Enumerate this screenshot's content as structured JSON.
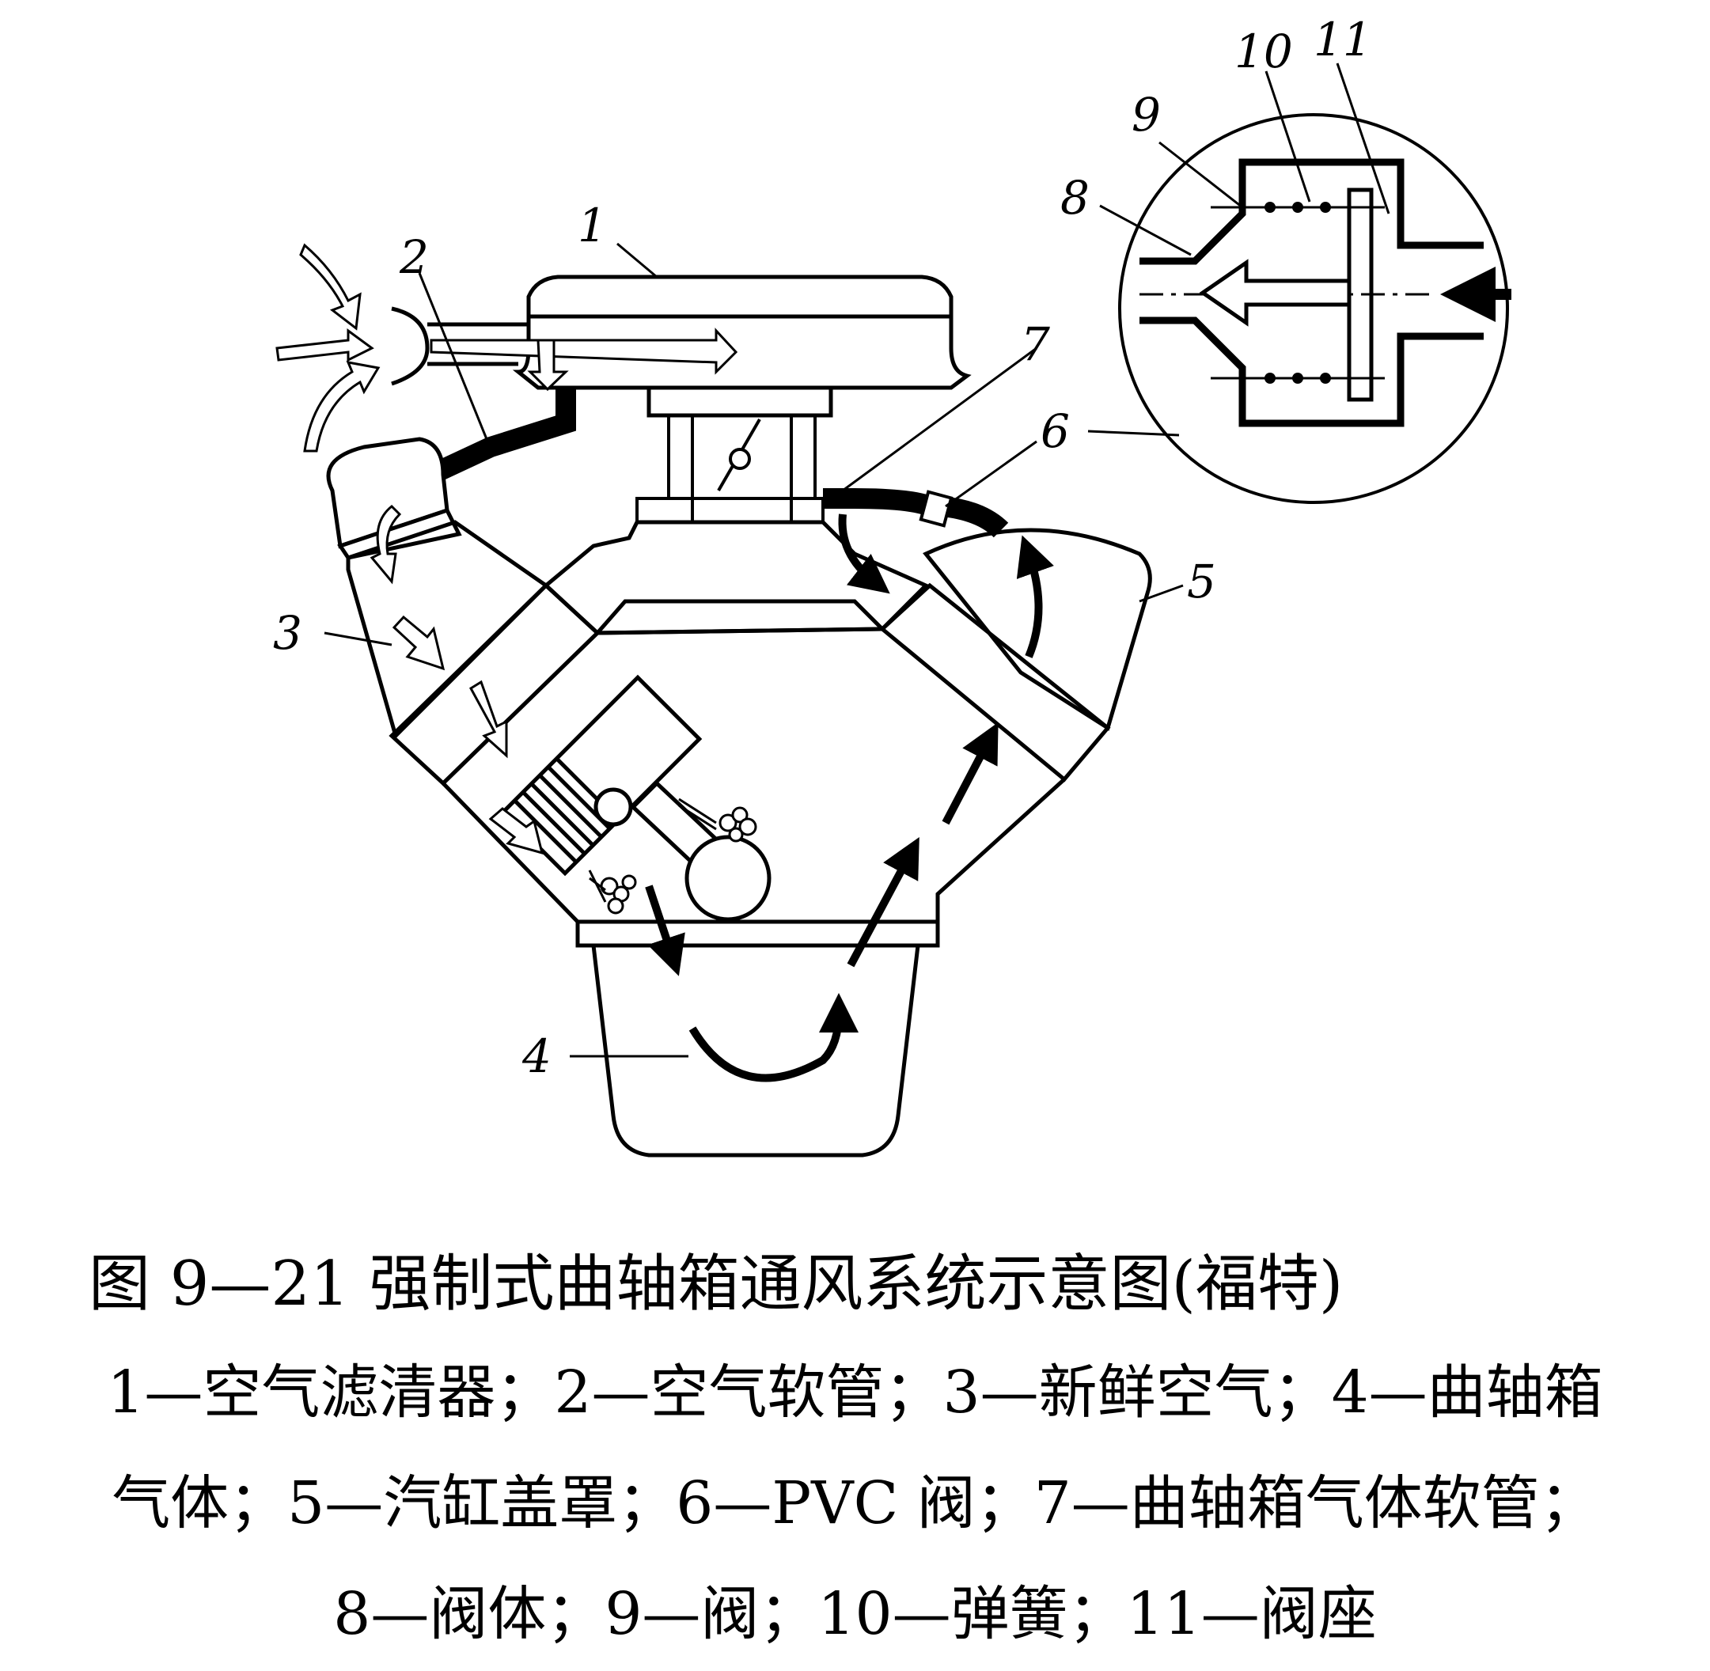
{
  "figure": {
    "part_labels": [
      "1",
      "2",
      "3",
      "4",
      "5",
      "6",
      "7",
      "8",
      "9",
      "10",
      "11"
    ]
  },
  "caption": {
    "title": "图 9—21 强制式曲轴箱通风系统示意图(福特)",
    "legend_lines": [
      "1—空气滤清器；2—空气软管；3—新鲜空气；4—曲轴箱",
      "气体；5—汽缸盖罩；6—PVC 阀；7—曲轴箱气体软管；",
      "8—阀体；9—阀；10—弹簧；11—阀座"
    ]
  }
}
